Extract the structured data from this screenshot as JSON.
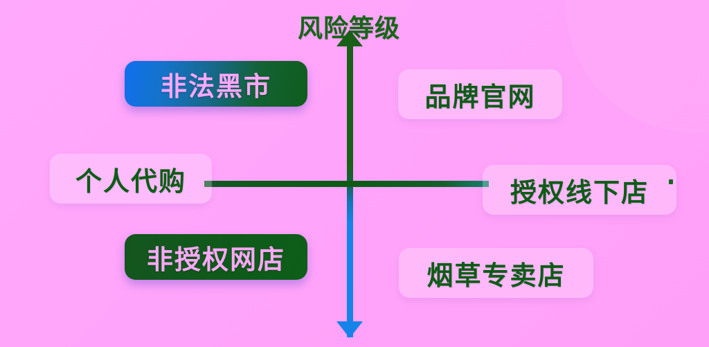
{
  "chart_data": {
    "type": "scatter",
    "title": "风险等级",
    "xlabel": "",
    "ylabel": "风险等级",
    "grid": false,
    "legend": null,
    "axes": {
      "vertical": {
        "label": "风险等级",
        "arrow_top": "up-arrow",
        "arrow_bottom": "down-arrow",
        "color_top": "#186018",
        "color_bottom": "#1683e8"
      },
      "horizontal": {
        "label": "",
        "color": "#0c5c17"
      }
    },
    "categories": [
      "非法黑市",
      "品牌官网",
      "个人代购",
      "授权线下店",
      "非授权网店",
      "烟草专卖店"
    ],
    "points": [
      {
        "label": "非法黑市",
        "quadrant": "upper-left",
        "x": -1,
        "y": 1
      },
      {
        "label": "品牌官网",
        "quadrant": "upper-right",
        "x": 1,
        "y": 1
      },
      {
        "label": "个人代购",
        "quadrant": "left-axis",
        "x": -1,
        "y": 0
      },
      {
        "label": "授权线下店",
        "quadrant": "right-axis",
        "x": 1,
        "y": 0
      },
      {
        "label": "非授权网店",
        "quadrant": "lower-left",
        "x": -1,
        "y": -1
      },
      {
        "label": "烟草专卖店",
        "quadrant": "lower-right",
        "x": 1,
        "y": -1
      }
    ]
  },
  "diagram": {
    "title": "风险等级",
    "background_color": "#ffa6fb",
    "accent_green": "#146614",
    "accent_blue": "#1683e8",
    "nodes": [
      {
        "label": "非法黑市",
        "style": "gradient"
      },
      {
        "label": "品牌官网",
        "style": "light"
      },
      {
        "label": "个人代购",
        "style": "light"
      },
      {
        "label": "授权线下店",
        "style": "light"
      },
      {
        "label": "非授权网店",
        "style": "dark"
      },
      {
        "label": "烟草专卖店",
        "style": "light"
      }
    ]
  }
}
